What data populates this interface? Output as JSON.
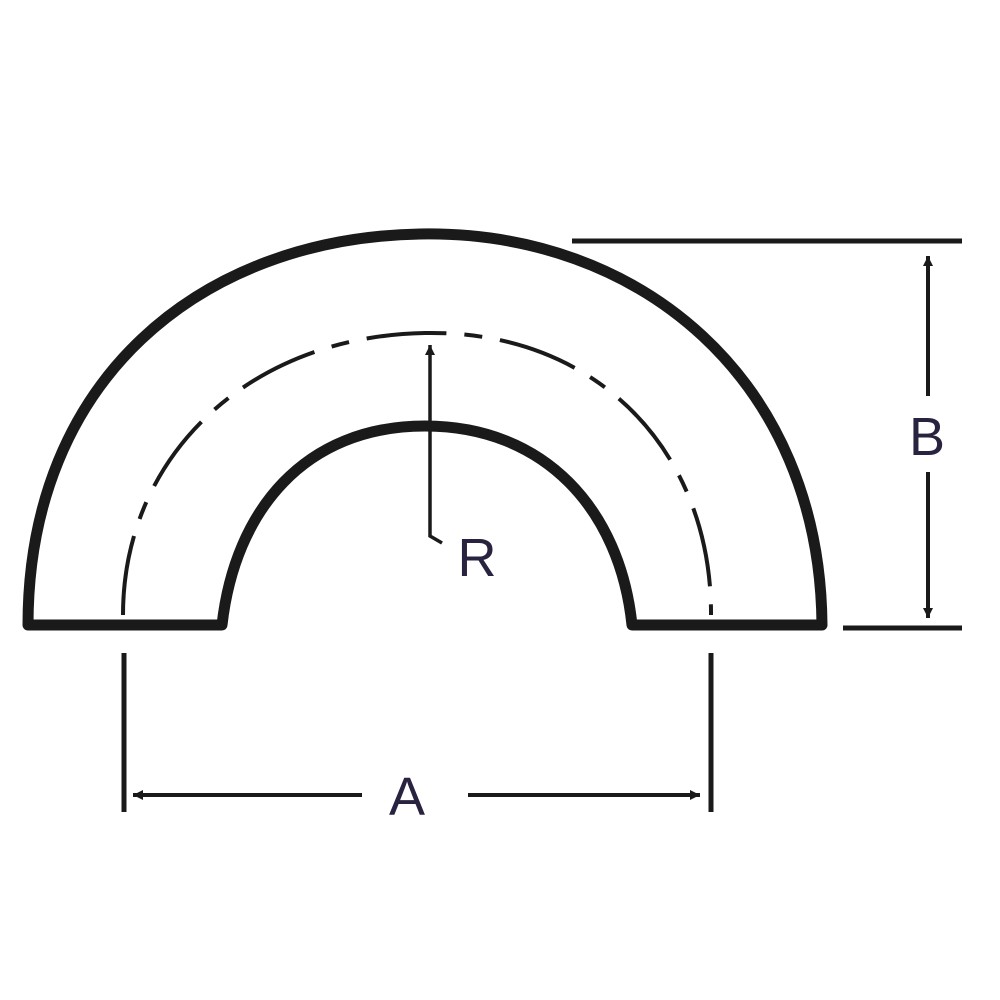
{
  "diagram": {
    "labels": {
      "a": "A",
      "b": "B",
      "r": "R"
    },
    "colors": {
      "stroke": "#1a1a1a",
      "label": "#2a2340",
      "background": "#ffffff"
    }
  }
}
